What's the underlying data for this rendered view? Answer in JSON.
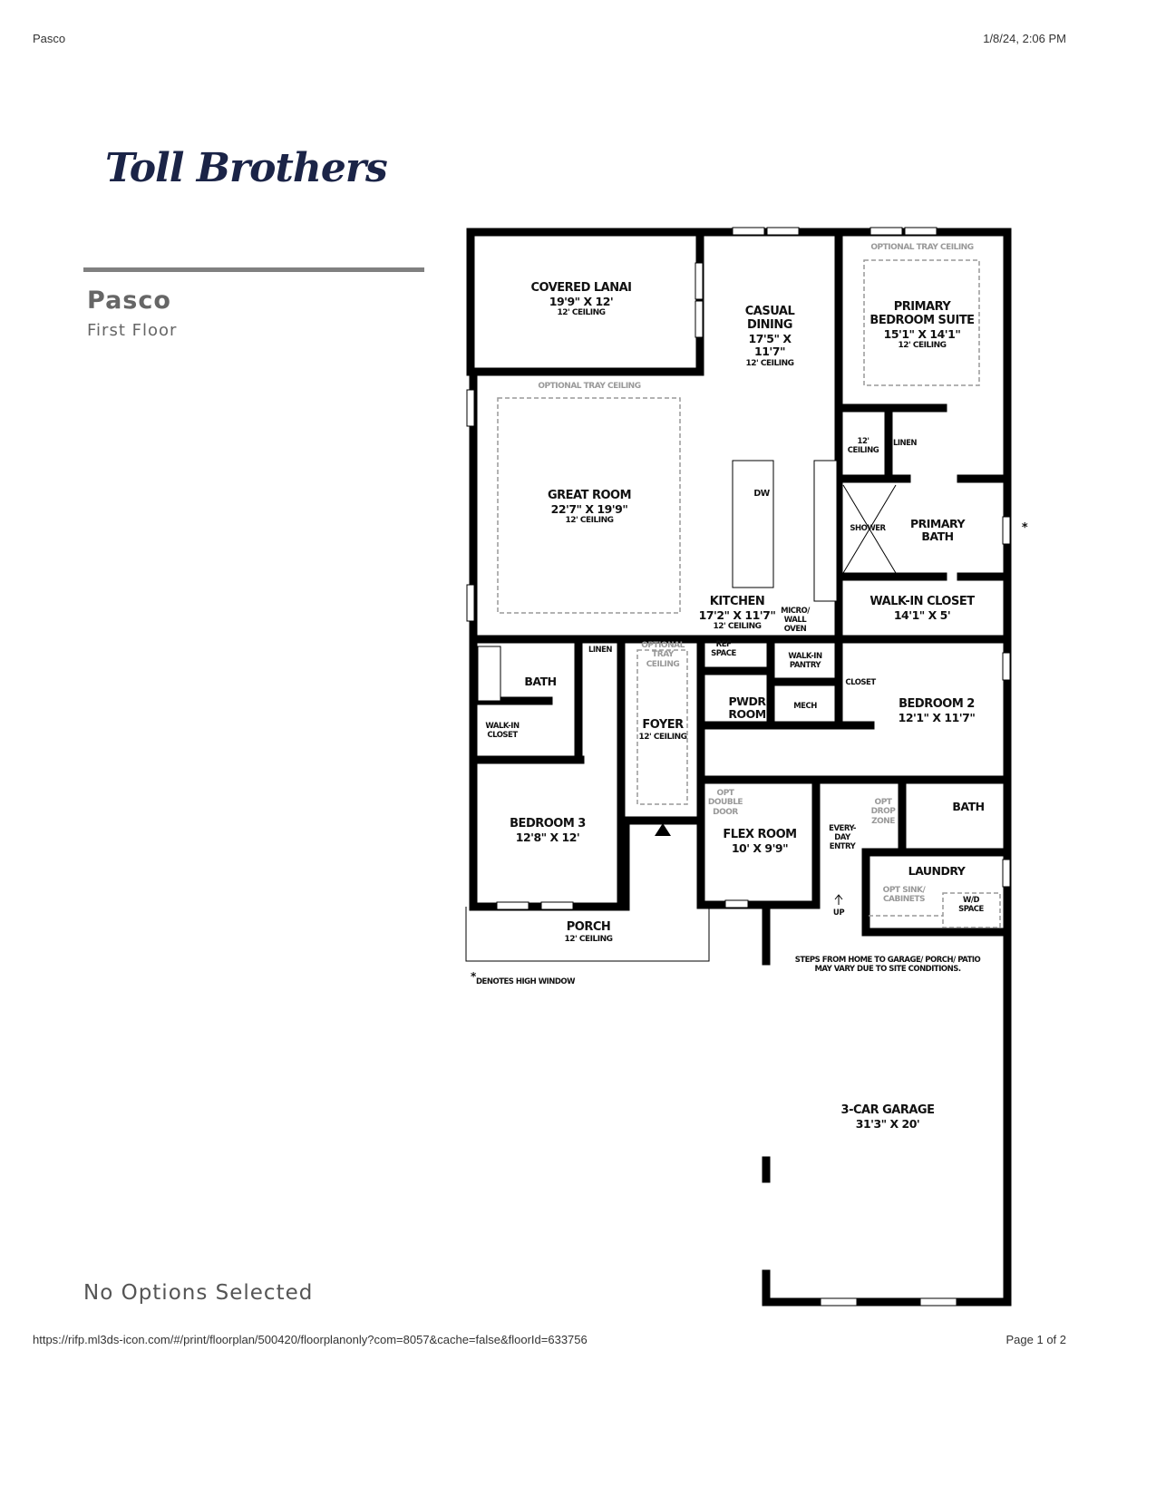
{
  "header": {
    "title": "Pasco",
    "datetime": "1/8/24, 2:06 PM"
  },
  "footer": {
    "url": "https://rifp.ml3ds-icon.com/#/print/floorplan/500420/floorplanonly?com=8057&cache=false&floorId=633756",
    "page": "Page 1 of 2"
  },
  "brand": {
    "logo_text": "Toll Brothers",
    "color": "#1b2447"
  },
  "plan": {
    "name": "Pasco",
    "floor": "First Floor",
    "options": "No Options Selected"
  },
  "rooms": {
    "lanai": {
      "name": "COVERED LANAI",
      "dims": "19'9\" X 12'",
      "ceiling": "12' CEILING"
    },
    "dining": {
      "name": "CASUAL DINING",
      "dims": "17'5\" X 11'7\"",
      "ceiling": "12' CEILING"
    },
    "primary": {
      "name": "PRIMARY BEDROOM SUITE",
      "dims": "15'1\" X 14'1\"",
      "ceiling": "12' CEILING",
      "tray": "OPTIONAL TRAY CEILING"
    },
    "great": {
      "name": "GREAT ROOM",
      "dims": "22'7\" X 19'9\"",
      "ceiling": "12' CEILING",
      "tray": "OPTIONAL TRAY CEILING"
    },
    "kitchen": {
      "name": "KITCHEN",
      "dims": "17'2\" X 11'7\"",
      "ceiling": "12' CEILING",
      "dw": "DW",
      "micro": "MICRO/ WALL OVEN",
      "ref": "REF SPACE"
    },
    "hall_ceiling": "12' CEILING",
    "linen_primary": "LINEN",
    "shower": "SHOWER",
    "primary_bath": "PRIMARY BATH",
    "walkin_primary": {
      "name": "WALK-IN CLOSET",
      "dims": "14'1\" X 5'"
    },
    "high_window_mark": "*",
    "bath3": "BATH",
    "linen3": "LINEN",
    "walkin3": "WALK-IN CLOSET",
    "foyer": {
      "name": "FOYER",
      "ceiling": "12' CEILING",
      "tray": "OPTIONAL TRAY CEILING"
    },
    "pantry": "WALK-IN PANTRY",
    "pwdr": "PWDR ROOM",
    "mech": "MECH",
    "closet": "CLOSET",
    "bedroom2": {
      "name": "BEDROOM 2",
      "dims": "12'1\" X 11'7\""
    },
    "bedroom3": {
      "name": "BEDROOM 3",
      "dims": "12'8\" X 12'"
    },
    "flex": {
      "name": "FLEX ROOM",
      "dims": "10' X 9'9\"",
      "opt": "OPT DOUBLE DOOR"
    },
    "entry": "EVERY- DAY ENTRY",
    "drop": "OPT DROP ZONE",
    "bath2": "BATH",
    "laundry": {
      "name": "LAUNDRY",
      "sink": "OPT SINK/ CABINETS",
      "wd": "W/D SPACE"
    },
    "up": "UP",
    "porch": {
      "name": "PORCH",
      "ceiling": "12' CEILING"
    },
    "garage": {
      "name": "3-CAR GARAGE",
      "dims": "31'3\" X 20'"
    }
  },
  "notes": {
    "steps": "STEPS FROM HOME TO GARAGE/ PORCH/ PATIO MAY VARY DUE TO SITE CONDITIONS.",
    "high_window": "DENOTES HIGH WINDOW"
  }
}
